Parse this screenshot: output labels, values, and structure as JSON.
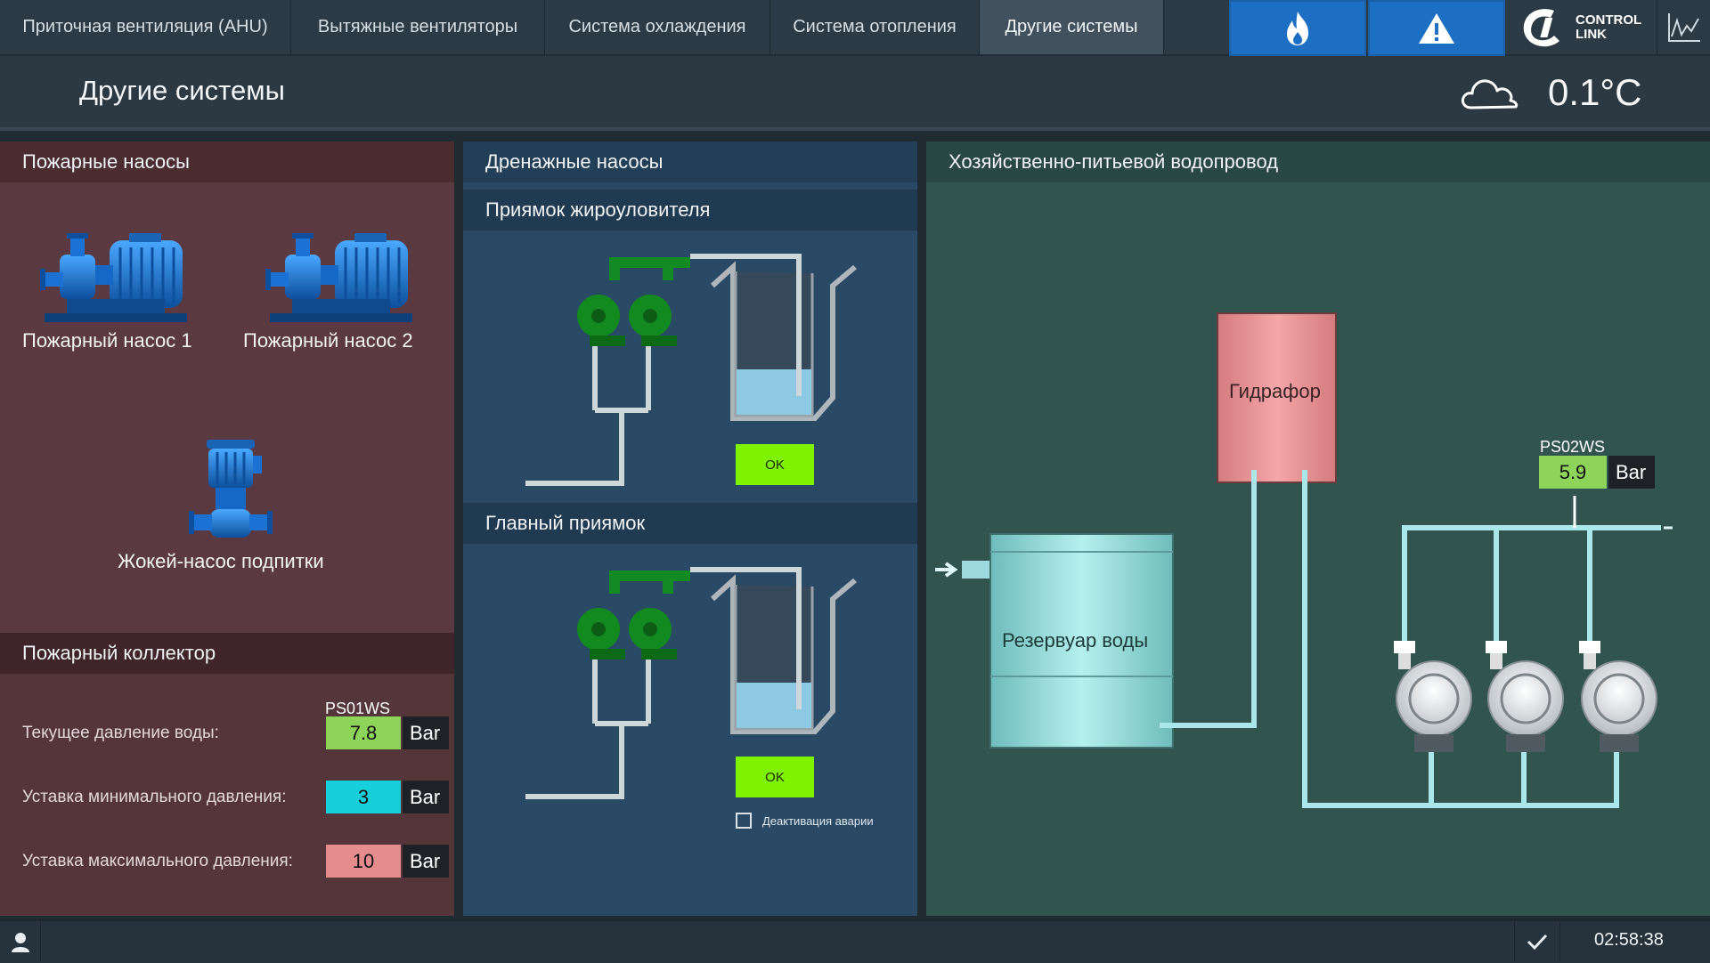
{
  "nav": {
    "tabs": [
      {
        "label": "Приточная вентиляция (AHU)"
      },
      {
        "label": "Вытяжные вентиляторы"
      },
      {
        "label": "Система охлаждения"
      },
      {
        "label": "Система отопления"
      },
      {
        "label": "Другие системы"
      }
    ],
    "active_tab": 4,
    "logo_text_1": "CONTROL",
    "logo_text_2": "LINK",
    "icons": [
      "fire-icon",
      "warning-icon",
      "control-link-logo",
      "trend-chart-icon"
    ]
  },
  "header": {
    "title": "Другие системы",
    "temperature": "0.1°C",
    "weather_icon": "cloud-icon"
  },
  "fire_pumps": {
    "title": "Пожарные насосы",
    "pump1": "Пожарный насос 1",
    "pump2": "Пожарный насос 2",
    "jockey": "Жокей-насос подпитки"
  },
  "fire_collector": {
    "title": "Пожарный коллектор",
    "sensor_tag": "PS01WS",
    "rows": [
      {
        "label": "Текущее давление воды:",
        "value": "7.8",
        "unit": "Bar",
        "color": "#8ed45b"
      },
      {
        "label": "Уставка минимального давления:",
        "value": "3",
        "unit": "Bar",
        "color": "#17cfd8"
      },
      {
        "label": "Уставка максимального давления:",
        "value": "10",
        "unit": "Bar",
        "color": "#e58c8e"
      }
    ]
  },
  "drainage": {
    "title": "Дренажные насосы",
    "sump1_title": "Приямок жироуловителя",
    "sump1_status": "OK",
    "sump2_title": "Главный приямок",
    "sump2_status": "OK",
    "alarm_deactivation": "Деактивация аварии"
  },
  "water_supply": {
    "title": "Хозяйственно-питьевой водопровод",
    "hydrophore": "Гидрафор",
    "reservoir": "Резервуар воды",
    "sensor_tag": "PS02WS",
    "pressure": "5.9",
    "unit": "Bar"
  },
  "status": {
    "time": "02:58:38"
  },
  "colors": {
    "accent_blue": "#1d6fc3",
    "ok_green": "#7ff200",
    "fire_panel": "#5a3a40",
    "drain_panel": "#2a4965",
    "water_panel": "#31544e"
  }
}
